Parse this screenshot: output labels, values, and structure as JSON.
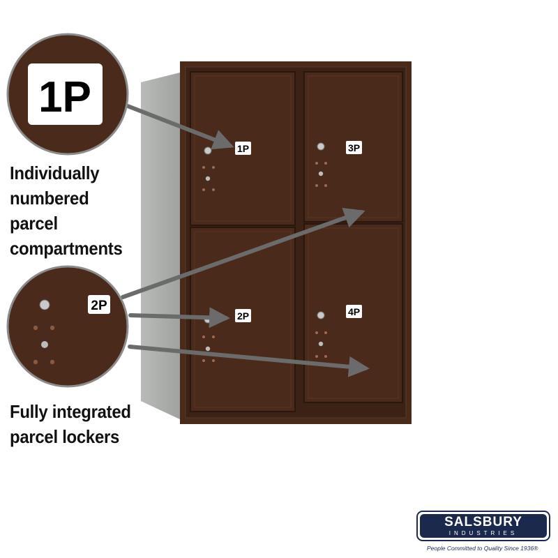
{
  "labels": {
    "callout_top": "1P",
    "callout_bottom": "2P",
    "door_1": "1P",
    "door_2": "2P",
    "door_3": "3P",
    "door_4": "4P"
  },
  "captions": {
    "top": "Individually\nnumbered\nparcel\ncompartments",
    "bottom": "Fully integrated\nparcel lockers"
  },
  "brand": {
    "name": "SALSBURY",
    "sub": "INDUSTRIES",
    "tagline": "People Committed to Quality Since 1936®"
  },
  "colors": {
    "bronze": "#4a2a1a",
    "bronze_dark": "#321c10",
    "side_panel": "#aeb0ae",
    "arrow": "#6b6b6b",
    "logo_navy": "#1b2a4c"
  }
}
